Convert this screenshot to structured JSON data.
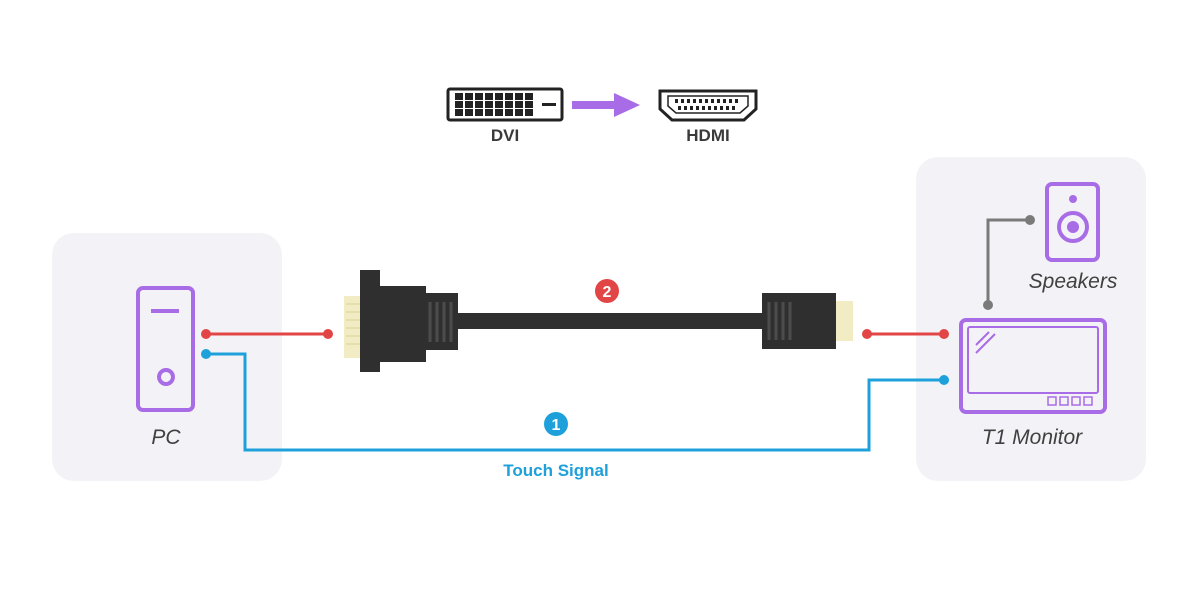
{
  "connectors": {
    "source_label": "DVI",
    "target_label": "HDMI"
  },
  "devices": {
    "pc_label": "PC",
    "monitor_label": "T1 Monitor",
    "speakers_label": "Speakers"
  },
  "connections": {
    "touch_signal_label": "Touch Signal",
    "touch_badge": "1",
    "video_badge": "2"
  },
  "colors": {
    "device_outline": "#a86ce6",
    "video_line": "#e24545",
    "touch_line": "#1ea0db",
    "speaker_line": "#7a7a7a",
    "arrow": "#a86ce6",
    "panel_bg": "#f3f3f7",
    "cable": "#2f2f2f",
    "pins": "#f2ecc4"
  }
}
